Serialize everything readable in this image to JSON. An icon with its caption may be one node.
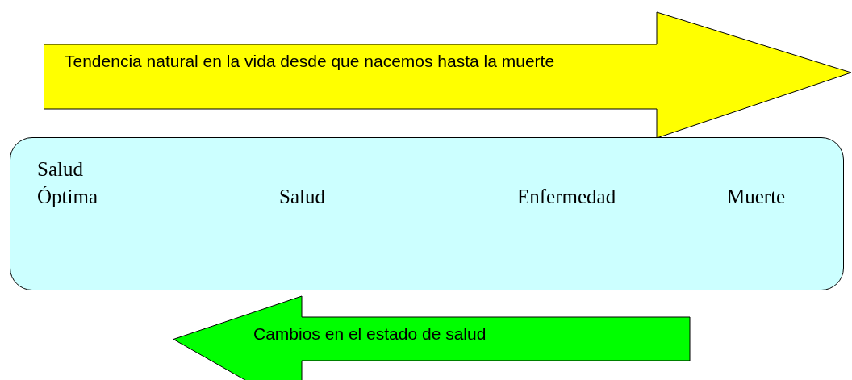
{
  "diagram": {
    "nodes": [
      {
        "text": [
          "Tendencia natural en la vida desde que nacemos hasta la muerte"
        ]
      },
      {
        "text": [
          "Salud Óptima",
          "Salud",
          "Enfermedad",
          "Muerte"
        ]
      },
      {
        "text": [
          "Cambios en el estado de salud"
        ]
      }
    ]
  }
}
